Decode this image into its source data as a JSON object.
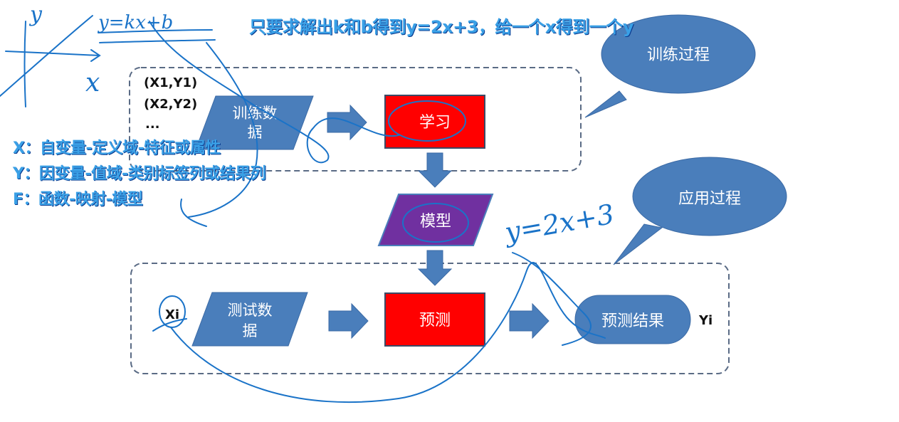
{
  "header": {
    "note": "只要求解出k和b得到y=2x+3，给一个x得到一个y"
  },
  "definitions": [
    "X：自变量-定义域-特征或属性",
    "Y：因变量-值域-类别标签列或结果列",
    "F：函数-映射-模型"
  ],
  "training": {
    "bubble": "训练过程",
    "samples": [
      "(X1,Y1)",
      "(X2,Y2)",
      "..."
    ],
    "data_line1": "训练数",
    "data_line2": "据",
    "learn": "学习"
  },
  "model": "模型",
  "application": {
    "bubble": "应用过程",
    "input": "Xi",
    "test_line1": "测试数",
    "test_line2": "据",
    "predict": "预测",
    "result": "预测结果",
    "output": "Yi"
  },
  "handwriting": {
    "formula": "y=kx+b",
    "axis_y": "y",
    "axis_x": "x",
    "result": "y=2x+3"
  },
  "colors": {
    "box_blue": "#4a7ebb",
    "box_red": "#ff0000",
    "model_purple": "#7030a0",
    "ink": "#1a73c8",
    "note_text": "#3aa0e6"
  }
}
